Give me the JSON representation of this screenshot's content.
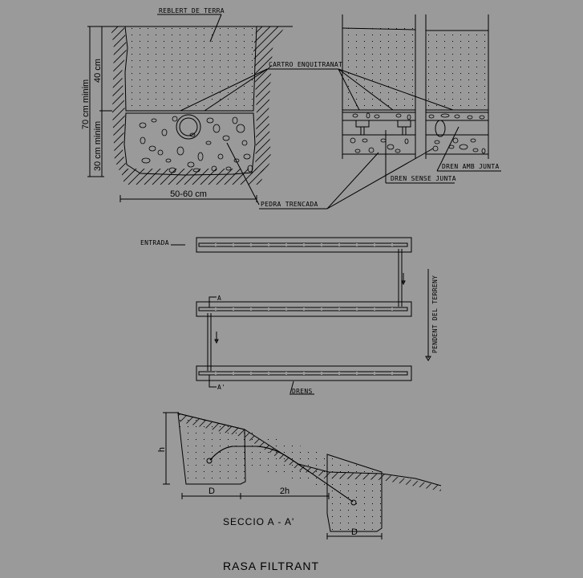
{
  "drawing": {
    "title": "RASA FILTRANT",
    "background": "#9a9a9a",
    "line_color": "#000000"
  },
  "section_trench": {
    "labels": {
      "backfill": "REBLERT DE TERRA",
      "tar_paper": "CARTRO ENQUITRANAT",
      "crushed_stone": "PEDRA TRENCADA"
    },
    "dimensions": {
      "total_depth": "70 cm minim",
      "upper_depth": "40 cm",
      "lower_depth": "30 cm minim",
      "width": "50-60 cm"
    }
  },
  "section_drains": {
    "labels": {
      "without_joint": "DREN SENSE JUNTA",
      "with_joint": "DREN AMB JUNTA"
    }
  },
  "plan_view": {
    "labels": {
      "inlet": "ENTRADA",
      "drains": "DRENS",
      "slope": "PENDENT DEL TERRENY",
      "cut_a": "A",
      "cut_a_prime": "A'"
    }
  },
  "section_aa": {
    "title": "SECCIO  A  -  A'",
    "dimensions": {
      "height": "h",
      "trench_width_1": "D",
      "spacing": "2h",
      "trench_width_2": "D"
    }
  }
}
